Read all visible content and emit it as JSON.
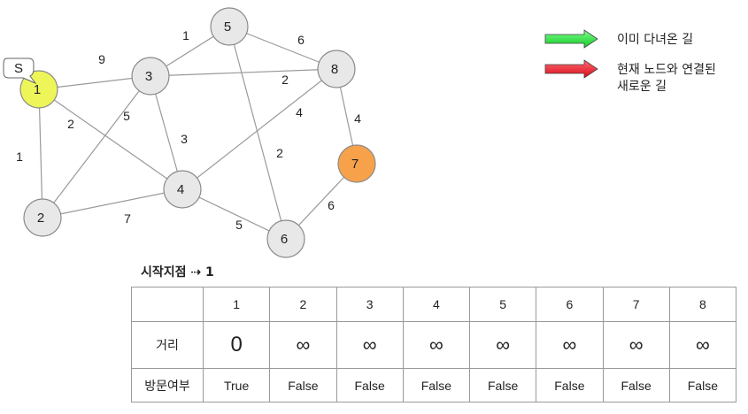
{
  "graph": {
    "start_label": "S",
    "nodes": [
      {
        "id": "1",
        "label": "1",
        "fill": "#eef559"
      },
      {
        "id": "2",
        "label": "2",
        "fill": "#e8e8e8"
      },
      {
        "id": "3",
        "label": "3",
        "fill": "#e8e8e8"
      },
      {
        "id": "4",
        "label": "4",
        "fill": "#e8e8e8"
      },
      {
        "id": "5",
        "label": "5",
        "fill": "#e8e8e8"
      },
      {
        "id": "6",
        "label": "6",
        "fill": "#e8e8e8"
      },
      {
        "id": "7",
        "label": "7",
        "fill": "#f7a24b"
      },
      {
        "id": "8",
        "label": "8",
        "fill": "#e8e8e8"
      }
    ],
    "edges": [
      {
        "from": "1",
        "to": "3",
        "weight": "9"
      },
      {
        "from": "1",
        "to": "4",
        "weight": "2"
      },
      {
        "from": "1",
        "to": "2",
        "weight": "1"
      },
      {
        "from": "3",
        "to": "5",
        "weight": "1"
      },
      {
        "from": "3",
        "to": "8",
        "weight": "2"
      },
      {
        "from": "3",
        "to": "2",
        "weight": "5"
      },
      {
        "from": "3",
        "to": "4",
        "weight": "3"
      },
      {
        "from": "5",
        "to": "8",
        "weight": "6"
      },
      {
        "from": "5",
        "to": "6",
        "weight": "2"
      },
      {
        "from": "8",
        "to": "4",
        "weight": "4"
      },
      {
        "from": "8",
        "to": "7",
        "weight": "4"
      },
      {
        "from": "2",
        "to": "4",
        "weight": "7"
      },
      {
        "from": "4",
        "to": "6",
        "weight": "5"
      },
      {
        "from": "7",
        "to": "6",
        "weight": "6"
      }
    ]
  },
  "legend": [
    {
      "color": "#22f03a",
      "text_lines": [
        "이미 다녀온 길"
      ]
    },
    {
      "color": "#f01428",
      "text_lines": [
        "현재 노드와 연결된",
        "새로운 길"
      ]
    }
  ],
  "table": {
    "title": "시작지점 ⇢ 1",
    "columns": [
      "1",
      "2",
      "3",
      "4",
      "5",
      "6",
      "7",
      "8"
    ],
    "rows": [
      {
        "label": "거리",
        "values": [
          "0",
          "∞",
          "∞",
          "∞",
          "∞",
          "∞",
          "∞",
          "∞"
        ]
      },
      {
        "label": "방문여부",
        "values": [
          "True",
          "False",
          "False",
          "False",
          "False",
          "False",
          "False",
          "False"
        ]
      }
    ]
  }
}
